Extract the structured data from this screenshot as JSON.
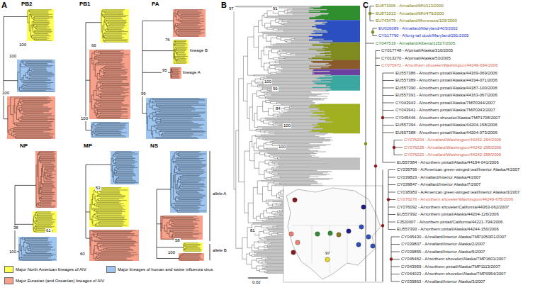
{
  "diagram": {
    "labels": [
      "A",
      "PB2",
      "PB1",
      "PA",
      "lineage B",
      "lineage A",
      "NP",
      "MP",
      "NS",
      "allele A",
      "allele B",
      "100",
      "100",
      "100",
      "66",
      "100",
      "76",
      "95",
      "99",
      "38",
      "61",
      "100",
      "53",
      "60",
      "58",
      "100",
      "B",
      "97",
      "91",
      "100",
      "99",
      "84",
      "100",
      "100",
      "81",
      "97",
      "0.02",
      "C",
      "EU871906 - A/mallard/MN/113/2000",
      "EU871913 - A/mallard/MN/479/2000",
      "EU743479 - A/mallard/Minnesota/109/2000",
      "EU026089 - A/mallard/Maryland/403/2002",
      "CY017790 - A/long-tail duck/Maryland/291/2005",
      "CY047519 - A/mallard/Alberta/11527/2005",
      "CY017748 - A/pintail/Alaska/310/2005",
      "CY013270 - A/pintail/Alaska/53/2005",
      "CY075972 - A/northern shoveler/Washington/44249-694/2006",
      "EU557386 - A/northern pintail/Alaska/44169-069/2006",
      "EU557389 - A/northern pintail/Alaska/44194-071/2006",
      "EU557390 - A/northern pintail/Alaska/44187-100/2006",
      "EU557391 - A/northern pintail/Alaska/44163-067/2006",
      "CY043943 - A/northern pintail/Alaska/7MP0344/2007",
      "CY043941 - A/northern pintail/Alaska/7MP0343/2007",
      "CY045446 - A/northern shoveler/Alaska/7MP1708/2007",
      "EU557394 - A/northern pintail/Alaska/44204-158/2006",
      "EU557388 - A/northern pintail/Alaska/44204-073/2006",
      "CY076204 - A/mallard/Washington/44242-264/2006",
      "CY076228 - A/mallard/Washington/44242-299/2006",
      "CY076220 - A/mallard/Washington/44242-258/2006",
      "EU557384 - A/northern pintail/Alaska/44194-041/2006",
      "CY039799 - A/American green-winged teal/Interior Alaska/4/2007",
      "CY039823 - A/mallard/Interior Alaska/4/2007",
      "CY039847 - A/mallard/Interior Alaska/7/2007",
      "CY038383 - A/American green-winged teal/Interior Alaska/3/2007",
      "CY076276 - A/northern shoveler/Washington/44249-675/2006",
      "CY076092 - A/northern shoveler/California/44363-062/2007",
      "EU557392 - A/northern pintail/Alaska/44204-126/2006",
      "FJ520007 - A/northern pintail/California/44221-794/2006",
      "EU557393 - A/northern pintail/Alaska/44244-150/2006",
      "CY045430 - A/mallard/Interior Alaska/7MP1050R1/2007",
      "CY039807 - A/mallard/Interior Alaska/2/2007",
      "CY039855 - A/mallard/Interior Alaska/5/2007",
      "CY045462 - A/northern shoveler/Alaska/7MP1601/2007",
      "CY043959 - A/northern pintail/Alaska/7MP1113/2007",
      "CY044023 - A/northern shoveler/Alaska/7MP0954/2007",
      "CY039863 - A/mallard/Interior Alaska/3/2007"
    ],
    "legend": [
      {
        "text": "Major North American lineages of AIV",
        "color": "#ffff55"
      },
      {
        "text": "Major lineages of human and swine influenza virus",
        "color": "#9ec5f0"
      },
      {
        "text": "Major Eurasian (and Oceanian) lineages of AIV",
        "color": "#f7a08a"
      }
    ]
  }
}
